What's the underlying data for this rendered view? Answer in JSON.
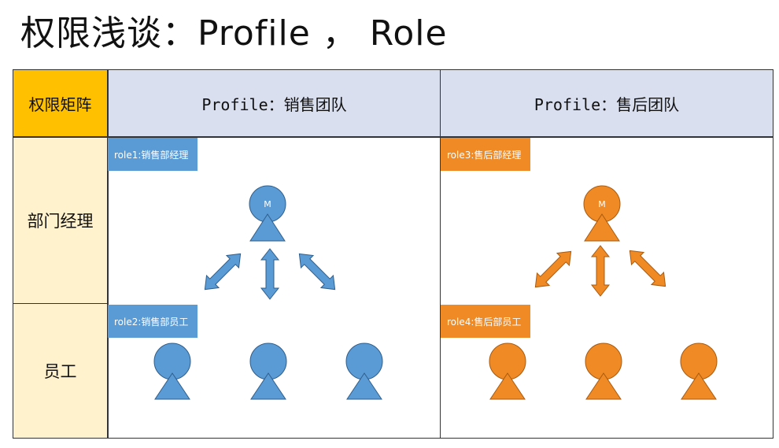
{
  "title": "权限浅谈：Profile ， Role",
  "matrix": {
    "corner_label": "权限矩阵",
    "columns": [
      {
        "label": "Profile：销售团队"
      },
      {
        "label": "Profile：售后团队"
      }
    ],
    "rows": [
      {
        "label": "部门经理"
      },
      {
        "label": "员工"
      }
    ]
  },
  "roles": {
    "sales_manager": "role1:销售部经理",
    "sales_staff": "role2:销售部员工",
    "service_manager": "role3:售后部经理",
    "service_staff": "role4:售后部员工"
  },
  "manager_mark": "M",
  "colors": {
    "corner": "#FFC000",
    "header": "#D9DFEF",
    "row_label": "#FFF2CC",
    "sales": "#5B9BD5",
    "service": "#F08A24"
  },
  "icons": [
    "person-icon",
    "manager-person-icon",
    "double-arrow-icon"
  ]
}
